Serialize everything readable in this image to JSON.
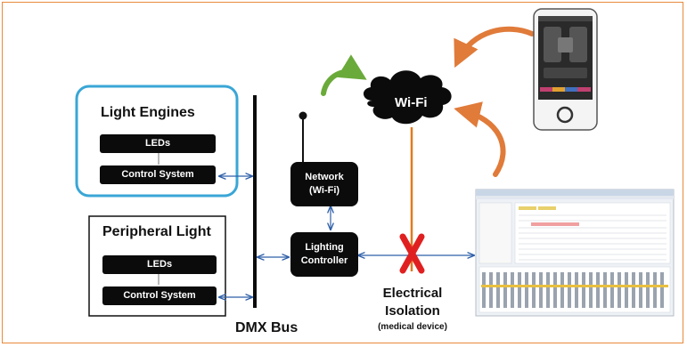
{
  "light_engines": {
    "title": "Light Engines",
    "leds_label": "LEDs",
    "control_label": "Control System"
  },
  "peripheral": {
    "title": "Peripheral Light",
    "leds_label": "LEDs",
    "control_label": "Control System"
  },
  "bus": {
    "label": "DMX Bus"
  },
  "network": {
    "line1": "Network",
    "line2": "(Wi-Fi)"
  },
  "controller": {
    "line1": "Lighting",
    "line2": "Controller"
  },
  "wifi": {
    "label": "Wi-Fi"
  },
  "isolation": {
    "line1": "Electrical",
    "line2": "Isolation",
    "line3": "(medical device)"
  },
  "colors": {
    "frame": "#e8893a",
    "highlight_border": "#3aa6d6",
    "arrow_blue": "#2f5fa8",
    "orange_line": "#e07b1f",
    "red_x": "#e02020",
    "green_arrow": "#6aaa3a",
    "orange_arrow": "#e07b3a"
  }
}
